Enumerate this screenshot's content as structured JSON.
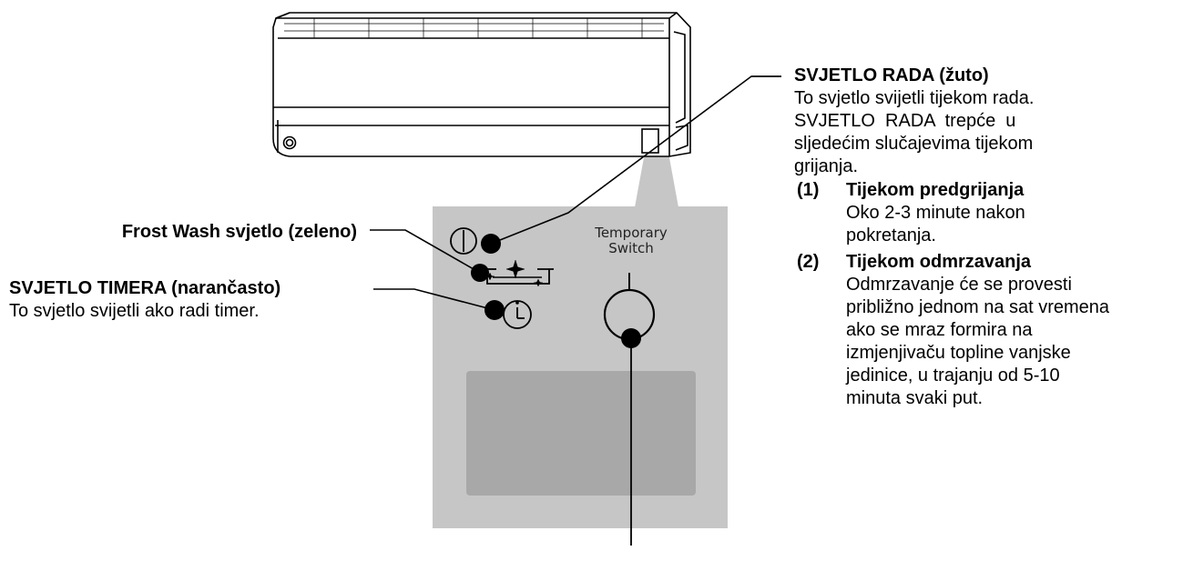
{
  "labels": {
    "frost_wash": "Frost Wash svjetlo (zeleno)",
    "timer_title": "SVJETLO TIMERA (narančasto)",
    "timer_desc": "To svjetlo svijetli ako radi timer.",
    "operation_title": "SVJETLO RADA (žuto)",
    "operation_desc": [
      "To svjetlo svijetli tijekom rada.",
      "SVJETLO  RADA  trepće  u",
      "sljedećim slučajevima tijekom",
      "grijanja."
    ],
    "temporary_switch": [
      "Temporary",
      "Switch"
    ]
  },
  "cases": [
    {
      "number": "(1)",
      "title": "Tijekom predgrijanja",
      "lines": [
        "Oko 2-3 minute nakon",
        "pokretanja."
      ]
    },
    {
      "number": "(2)",
      "title": "Tijekom odmrzavanja",
      "lines": [
        "Odmrzavanje će se provesti",
        "približno jednom na sat vremena",
        "ako se mraz formira na",
        "izmjenjivaču topline vanjske",
        "jedinice, u trajanju od 5-10",
        "minuta svaki put."
      ]
    }
  ],
  "colors": {
    "panel": "#c6c6c6",
    "panel_inner": "#a8a8a8",
    "outline": "#000000"
  },
  "icons": [
    "operation-lamp-icon",
    "frost-wash-icon",
    "timer-icon",
    "temporary-switch-button"
  ]
}
